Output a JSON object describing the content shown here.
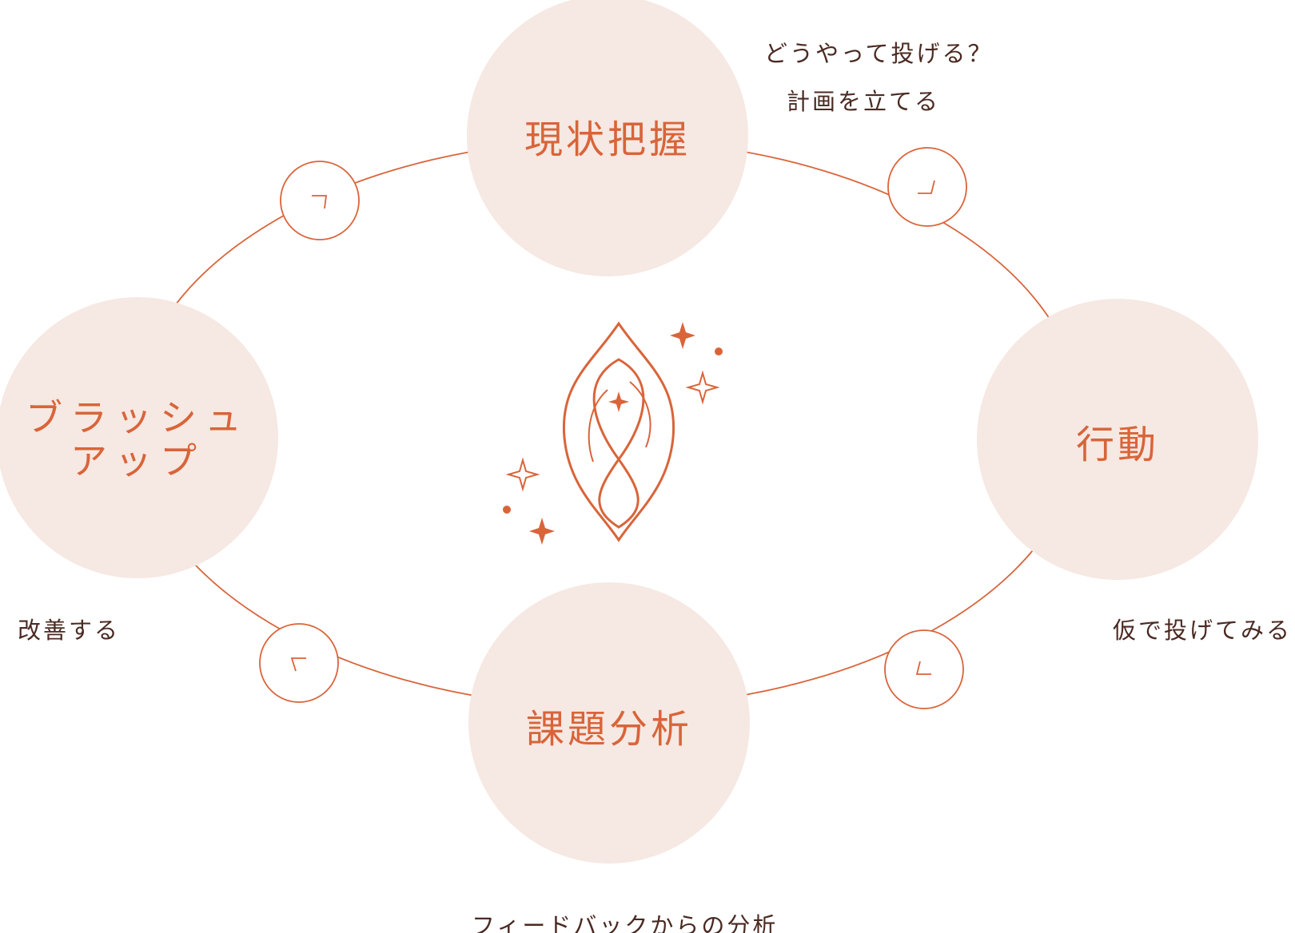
{
  "colors": {
    "accent": "#d9643a",
    "node_fill": "#f6e8e2",
    "caption_text": "#4a2a22",
    "background": "#ffffff"
  },
  "nodes": {
    "top": {
      "label": "現状把握"
    },
    "right": {
      "label": "行動"
    },
    "bottom": {
      "label": "課題分析"
    },
    "left": {
      "label_line1": "ブラッシュ",
      "label_line2": "アップ"
    }
  },
  "captions": {
    "top_line1": "どうやって投げる？",
    "top_line2": "計画を立てる",
    "right": "仮で投げてみる",
    "bottom": "フィードバックからの分析",
    "left": "改善する"
  },
  "arrows": [
    {
      "position": "top-right",
      "icon": "chevron-icon"
    },
    {
      "position": "bottom-right",
      "icon": "chevron-icon"
    },
    {
      "position": "bottom-left",
      "icon": "chevron-icon"
    },
    {
      "position": "top-left",
      "icon": "chevron-icon"
    }
  ],
  "center_emblem": {
    "icon": "flame-infinity-emblem-icon"
  }
}
